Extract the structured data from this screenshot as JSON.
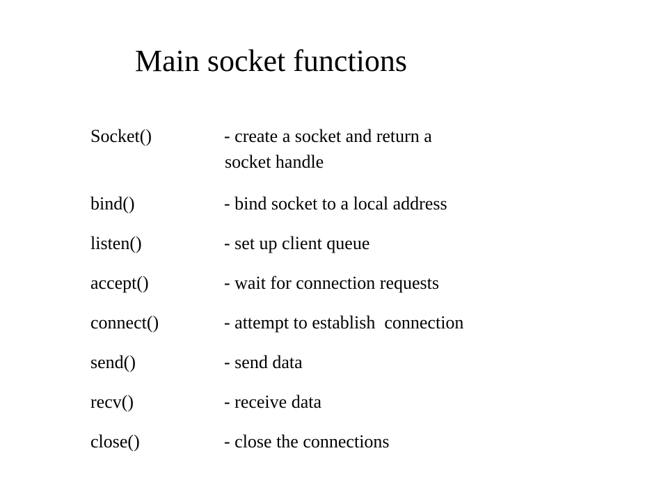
{
  "slide": {
    "title": "Main socket functions",
    "functions": [
      {
        "name": "Socket()",
        "description": "- create a socket and return a",
        "description_cont": "socket handle"
      },
      {
        "name": "bind()",
        "description": "- bind socket to a local address"
      },
      {
        "name": "listen()",
        "description": "- set up client queue"
      },
      {
        "name": "accept()",
        "description": "- wait for connection requests"
      },
      {
        "name": "connect()",
        "description": "- attempt to establish  connection"
      },
      {
        "name": "send()",
        "description": "- send data"
      },
      {
        "name": "recv()",
        "description": "- receive data"
      },
      {
        "name": "close()",
        "description": "- close the connections"
      }
    ]
  }
}
